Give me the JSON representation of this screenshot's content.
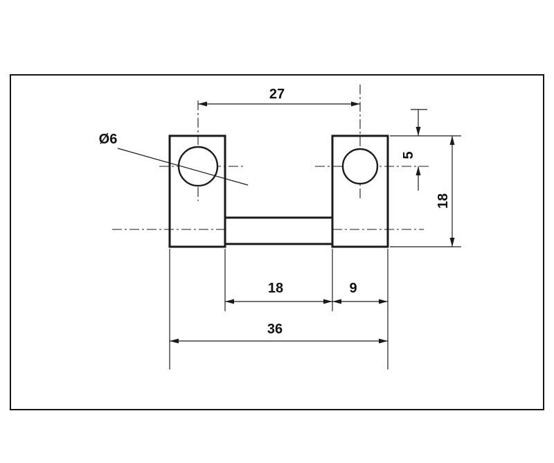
{
  "drawing": {
    "type": "technical-drawing",
    "labels": {
      "hole_spacing": "27",
      "hole_diameter": "Ø6",
      "hole_offset_from_top": "5",
      "tab_height": "18",
      "inner_gap_width": "18",
      "right_tab_width": "9",
      "overall_width": "36"
    },
    "colors": {
      "line": "#1a1a1a",
      "background": "#ffffff"
    }
  }
}
